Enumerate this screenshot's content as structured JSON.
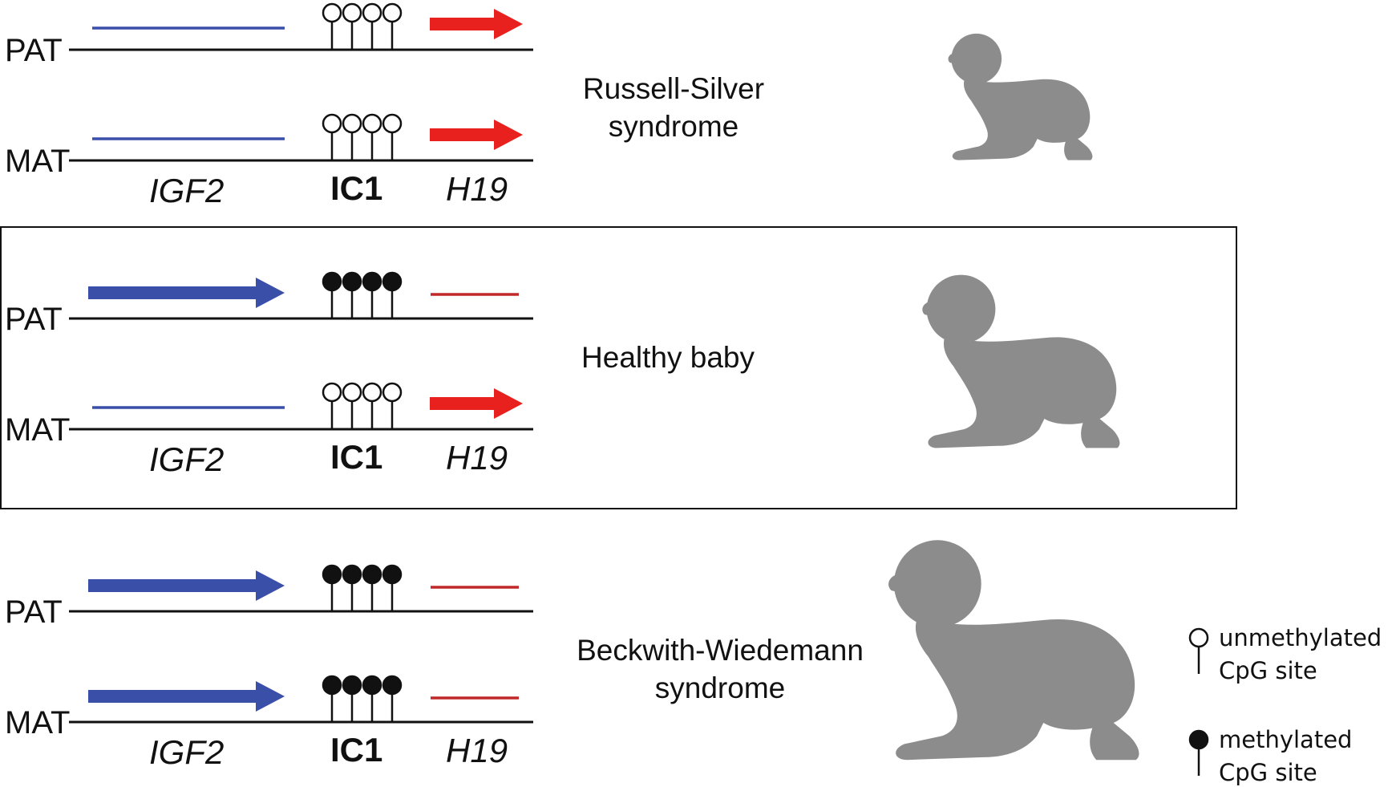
{
  "panels": [
    {
      "condition_lines": [
        "Russell-Silver",
        "syndrome"
      ],
      "highlighted": false,
      "alleles": [
        {
          "label": "PAT",
          "igf2_expressed": false,
          "ic1_methylated": false,
          "h19_expressed": true
        },
        {
          "label": "MAT",
          "igf2_expressed": false,
          "ic1_methylated": false,
          "h19_expressed": true
        }
      ],
      "genes": {
        "igf2": "IGF2",
        "ic1": "IC1",
        "h19": "H19"
      }
    },
    {
      "condition_lines": [
        "Healthy baby"
      ],
      "highlighted": true,
      "alleles": [
        {
          "label": "PAT",
          "igf2_expressed": true,
          "ic1_methylated": true,
          "h19_expressed": false
        },
        {
          "label": "MAT",
          "igf2_expressed": false,
          "ic1_methylated": false,
          "h19_expressed": true
        }
      ],
      "genes": {
        "igf2": "IGF2",
        "ic1": "IC1",
        "h19": "H19"
      }
    },
    {
      "condition_lines": [
        "Beckwith-Wiedemann",
        "syndrome"
      ],
      "highlighted": false,
      "alleles": [
        {
          "label": "PAT",
          "igf2_expressed": true,
          "ic1_methylated": true,
          "h19_expressed": false
        },
        {
          "label": "MAT",
          "igf2_expressed": true,
          "ic1_methylated": true,
          "h19_expressed": false
        }
      ],
      "genes": {
        "igf2": "IGF2",
        "ic1": "IC1",
        "h19": "H19"
      }
    }
  ],
  "legend": {
    "unmethylated": [
      "unmethylated",
      "CpG site"
    ],
    "methylated": [
      "methylated",
      "CpG site"
    ]
  },
  "colors": {
    "igf2": "#3a4fa8",
    "h19": "#e8211f",
    "baby": "#8c8c8c",
    "line": "#111111"
  }
}
